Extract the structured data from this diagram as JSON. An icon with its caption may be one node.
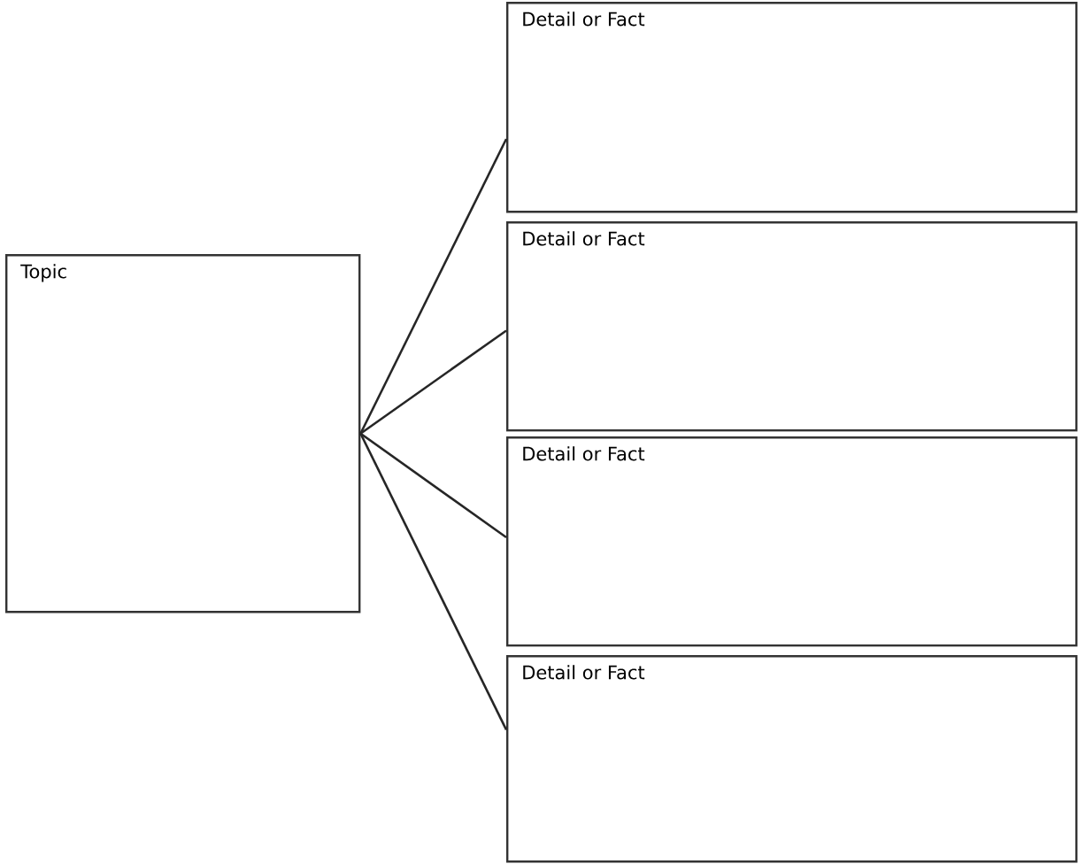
{
  "diagram": {
    "nodes": [
      {
        "text": [
          "Topic"
        ]
      },
      {
        "text": [
          "Detail or Fact"
        ]
      },
      {
        "text": [
          "Detail or Fact"
        ]
      },
      {
        "text": [
          "Detail or Fact"
        ]
      },
      {
        "text": [
          "Detail or Fact"
        ]
      }
    ],
    "edges": [
      {
        "from": 0,
        "to": 1,
        "arrow": "none"
      },
      {
        "from": 0,
        "to": 2,
        "arrow": "none"
      },
      {
        "from": 0,
        "to": 3,
        "arrow": "none"
      },
      {
        "from": 0,
        "to": 4,
        "arrow": "none"
      }
    ]
  }
}
